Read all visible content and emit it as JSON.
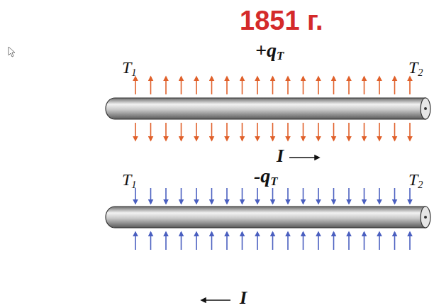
{
  "diagram": {
    "title": "1851 г.",
    "labels": [
      "+qT",
      "T1",
      "T2",
      "I",
      "-qT",
      "T1",
      "T2",
      "I"
    ]
  }
}
